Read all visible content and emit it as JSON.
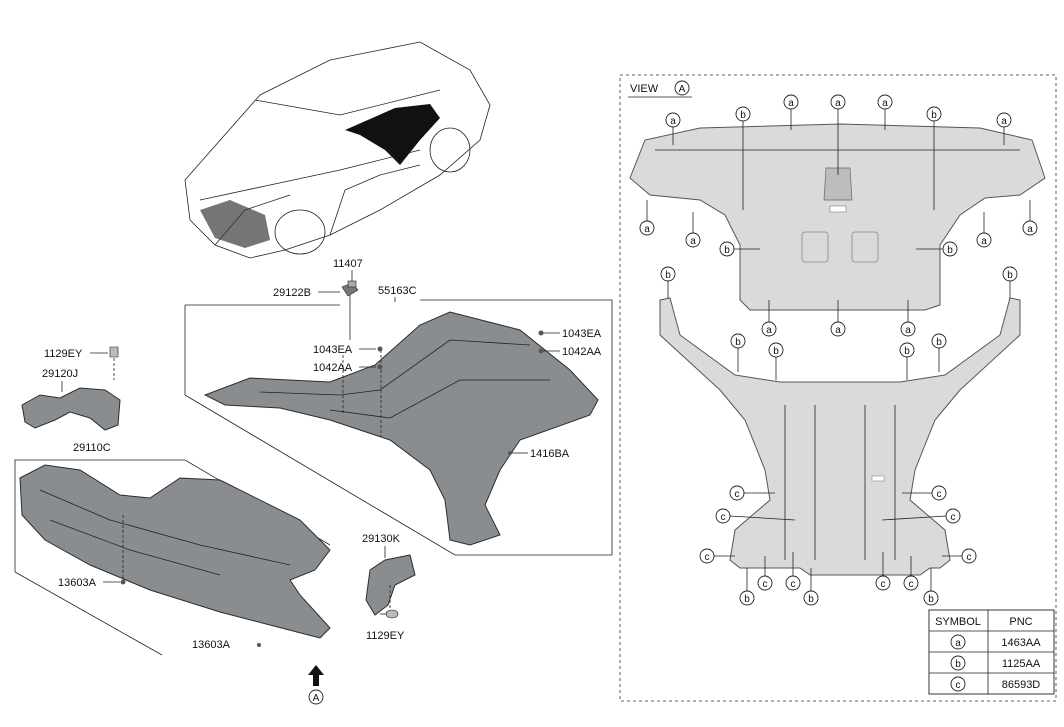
{
  "left_labels": {
    "p11407": "11407",
    "p29122B": "29122B",
    "p55163C": "55163C",
    "p1043EA_a": "1043EA",
    "p1042AA_a": "1042AA",
    "p1043EA_b": "1043EA",
    "p1042AA_b": "1042AA",
    "p1416BA": "1416BA",
    "p1129EY_a": "1129EY",
    "p29120J": "29120J",
    "p29110C": "29110C",
    "p13603A_a": "13603A",
    "p13603A_b": "13603A",
    "p29130K": "29130K",
    "p1129EY_b": "1129EY",
    "arrow_letter": "A"
  },
  "view": {
    "title": "VIEW",
    "letter": "A"
  },
  "callout_letters": [
    "a",
    "b",
    "c"
  ],
  "symbol_table": {
    "header_symbol": "SYMBOL",
    "header_pnc": "PNC",
    "rows": [
      {
        "symbol": "a",
        "pnc": "1463AA"
      },
      {
        "symbol": "b",
        "pnc": "1125AA"
      },
      {
        "symbol": "c",
        "pnc": "86593D"
      }
    ]
  }
}
